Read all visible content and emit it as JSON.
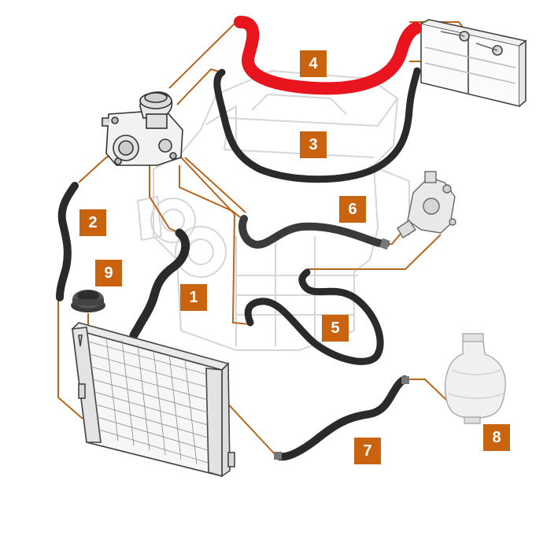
{
  "colors": {
    "badge": "#c9630f",
    "leader": "#b8651c",
    "hose": "#2a2a2a",
    "highlight_hose": "#e8141e",
    "ghost_engine": "#dedede"
  },
  "icons": [
    "water-pump-icon",
    "thermostat-housing-icon",
    "heater-core-icon",
    "radiator-icon",
    "radiator-cap-icon",
    "expansion-tank-icon",
    "engine-block-icon"
  ],
  "callouts": [
    {
      "id": "1",
      "label": "1"
    },
    {
      "id": "2",
      "label": "2"
    },
    {
      "id": "3",
      "label": "3"
    },
    {
      "id": "4",
      "label": "4"
    },
    {
      "id": "5",
      "label": "5"
    },
    {
      "id": "6",
      "label": "6"
    },
    {
      "id": "7",
      "label": "7"
    },
    {
      "id": "8",
      "label": "8"
    },
    {
      "id": "9",
      "label": "9"
    }
  ]
}
